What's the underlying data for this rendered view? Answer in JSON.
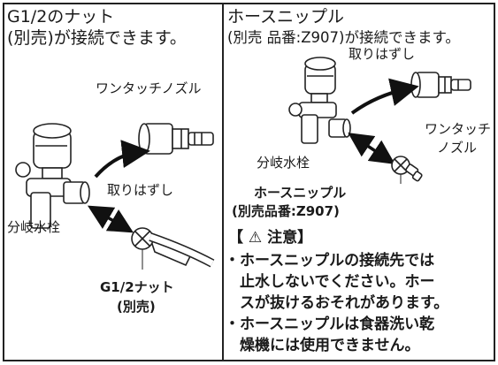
{
  "left_panel": {
    "title_line1": "G1/2のナット",
    "title_line2": "(別売)が接続できます。",
    "label_nozzle": "ワンタッチノズル",
    "label_detach": "取りはずし",
    "label_branch_faucet": "分岐水栓",
    "label_nut_line1": "G1/2ナット",
    "label_nut_line2": "(別売)"
  },
  "right_panel": {
    "title_line1": "ホースニップル",
    "title_line2": "(別売 品番:Z907)が接続できます。",
    "label_detach": "取りはずし",
    "label_nozzle_line1": "ワンタッチ",
    "label_nozzle_line2": "ノズル",
    "label_branch_faucet": "分岐水栓",
    "label_nipple_line1": "ホースニップル",
    "label_nipple_line2": "(別売品番:Z907)",
    "caution_title": "【 ⚠ 注意】",
    "caution_items": [
      "・ホースニップルの接続先では",
      "　止水しないでください。ホー",
      "　スが抜けるおそれがあります。",
      "・ホースニップルは食器洗い乾",
      "　燥機には使用できません。"
    ]
  }
}
